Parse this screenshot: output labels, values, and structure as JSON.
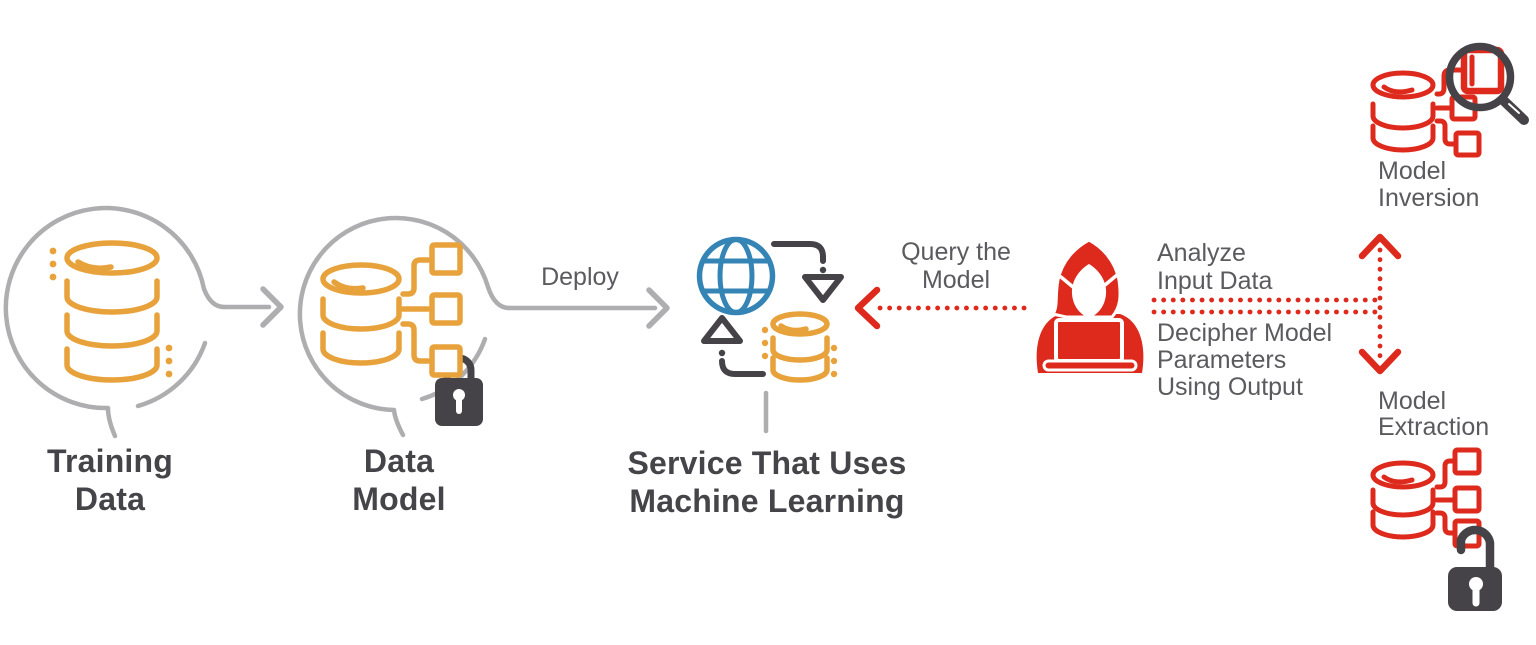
{
  "diagram": {
    "description": "Machine learning attack-vector diagram: training data feeds a data model deployed as an ML service which an attacker queries to perform model inversion and model extraction",
    "nodes": {
      "training": {
        "label": "Training\nData",
        "icon": "database-icon"
      },
      "data_model": {
        "label": "Data\nModel",
        "icon": "database-tree-lock-icon"
      },
      "service": {
        "label": "Service That Uses\nMachine Learning",
        "icon": "globe-sync-database-icon"
      },
      "model_inversion": {
        "label": "Model\nInversion",
        "icon": "database-tree-magnifier-icon"
      },
      "model_extraction": {
        "label": "Model\nExtraction",
        "icon": "database-tree-unlocked-icon"
      },
      "attacker": {
        "icon": "hooded-hacker-laptop-icon"
      }
    },
    "edges": {
      "deploy": {
        "label": "Deploy",
        "style": "solid-gray-arrow"
      },
      "query": {
        "label": "Query the\nModel",
        "style": "dotted-red-arrow-left"
      },
      "analyze": {
        "label": "Analyze\nInput Data",
        "style": "dotted-red-line"
      },
      "decipher": {
        "label": "Decipher Model\nParameters\nUsing Output",
        "style": "dotted-red-line"
      },
      "inversion_extraction_arrow": {
        "style": "dotted-red-double-arrow-vertical"
      }
    },
    "colors": {
      "orange": "#E8A23B",
      "red": "#DD2A1D",
      "blue": "#3584B6",
      "gray_light": "#AEAEB0",
      "gray_dark": "#454347",
      "text_dark": "#454449",
      "text_medium": "#5B5A5E",
      "background": "#FFFFFF"
    }
  }
}
